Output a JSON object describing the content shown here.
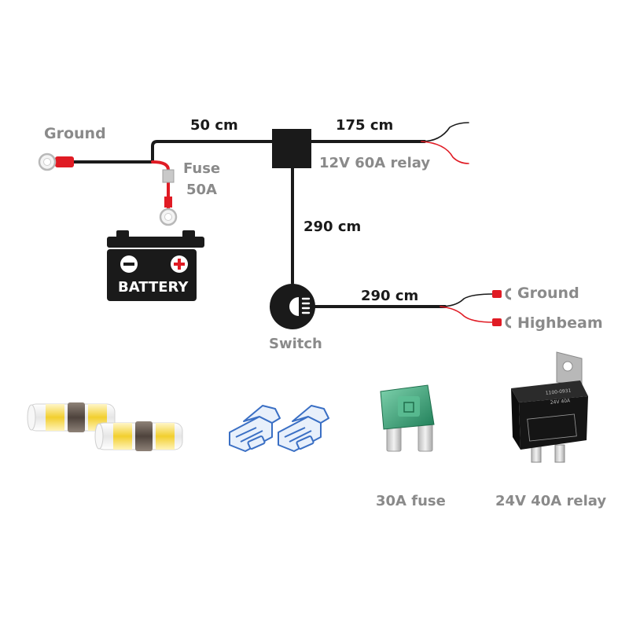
{
  "diagram": {
    "labels": {
      "ground_top": "Ground",
      "fuse_name": "Fuse",
      "fuse_rating": "50A",
      "len_50": "50 cm",
      "len_175": "175 cm",
      "relay_main": "12V 60A relay",
      "len_290_vertical": "290 cm",
      "len_290_horizontal": "290 cm",
      "ground_right": "Ground",
      "highbeam": "Highbeam",
      "switch": "Switch",
      "battery": "BATTERY",
      "fuse_30a": "30A fuse",
      "relay_24v": "24V 40A relay"
    },
    "relay_face": {
      "code": "1100-0931",
      "rating": "24V  40A"
    },
    "colors": {
      "wire": "#1a1a1a",
      "wire_red": "#e01b24",
      "label_grey": "#8a8a8a",
      "label_dark": "#1a1a1a",
      "fuse_green": "#2e9a6e",
      "connector_blue": "#3a6fc4",
      "splice_yellow": "#f2d23c"
    }
  }
}
